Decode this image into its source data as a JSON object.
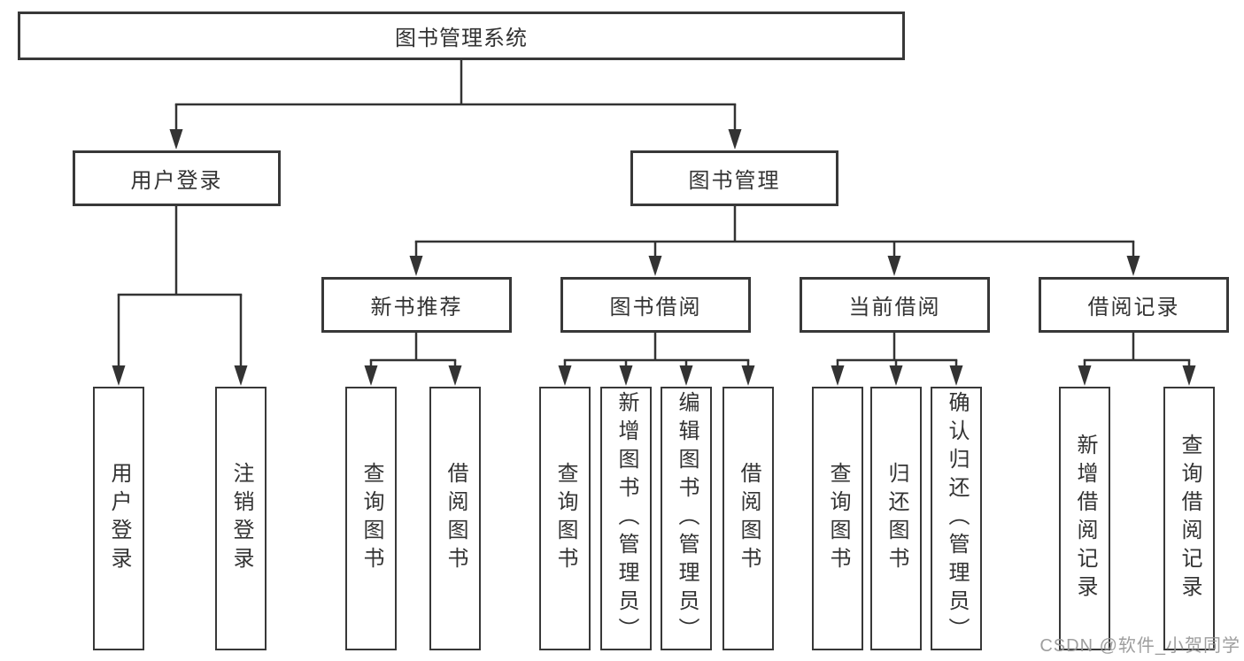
{
  "tree": {
    "label": "图书管理系统",
    "children": [
      {
        "label": "用户登录",
        "children": [
          {
            "label": "用户登录"
          },
          {
            "label": "注销登录"
          }
        ]
      },
      {
        "label": "图书管理",
        "children": [
          {
            "label": "新书推荐",
            "children": [
              {
                "label": "查询图书"
              },
              {
                "label": "借阅图书"
              }
            ]
          },
          {
            "label": "图书借阅",
            "children": [
              {
                "label": "查询图书"
              },
              {
                "label": "新增图书（管理员）"
              },
              {
                "label": "编辑图书（管理员）"
              },
              {
                "label": "借阅图书"
              }
            ]
          },
          {
            "label": "当前借阅",
            "children": [
              {
                "label": "查询图书"
              },
              {
                "label": "归还图书"
              },
              {
                "label": "确认归还（管理员）"
              }
            ]
          },
          {
            "label": "借阅记录",
            "children": [
              {
                "label": "新增借阅记录"
              },
              {
                "label": "查询借阅记录"
              }
            ]
          }
        ]
      }
    ]
  },
  "watermark": {
    "text": "CSDN @软件_小贺同学"
  },
  "colors": {
    "line": "#333333",
    "text": "#333333",
    "background": "#ffffff",
    "watermark": "#999999"
  }
}
